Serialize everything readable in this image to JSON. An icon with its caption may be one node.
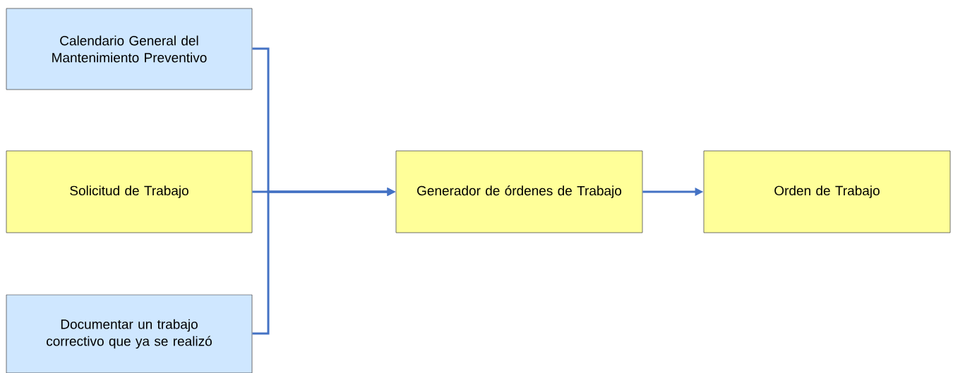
{
  "diagram": {
    "nodes": [
      {
        "text": [
          "Calendario General del Mantenimiento Preventivo"
        ]
      },
      {
        "text": [
          "Solicitud de Trabajo"
        ]
      },
      {
        "text": [
          "Documentar un trabajo correctivo que ya se realizó"
        ]
      },
      {
        "text": [
          "Generador de órdenes de Trabajo"
        ]
      },
      {
        "text": [
          "Orden de Trabajo"
        ]
      }
    ],
    "edges": [
      {
        "from": 0,
        "to": 3,
        "arrow": "to"
      },
      {
        "from": 1,
        "to": 3,
        "arrow": "to"
      },
      {
        "from": 2,
        "to": 3,
        "arrow": "to"
      },
      {
        "from": 3,
        "to": 4,
        "arrow": "to"
      }
    ]
  }
}
